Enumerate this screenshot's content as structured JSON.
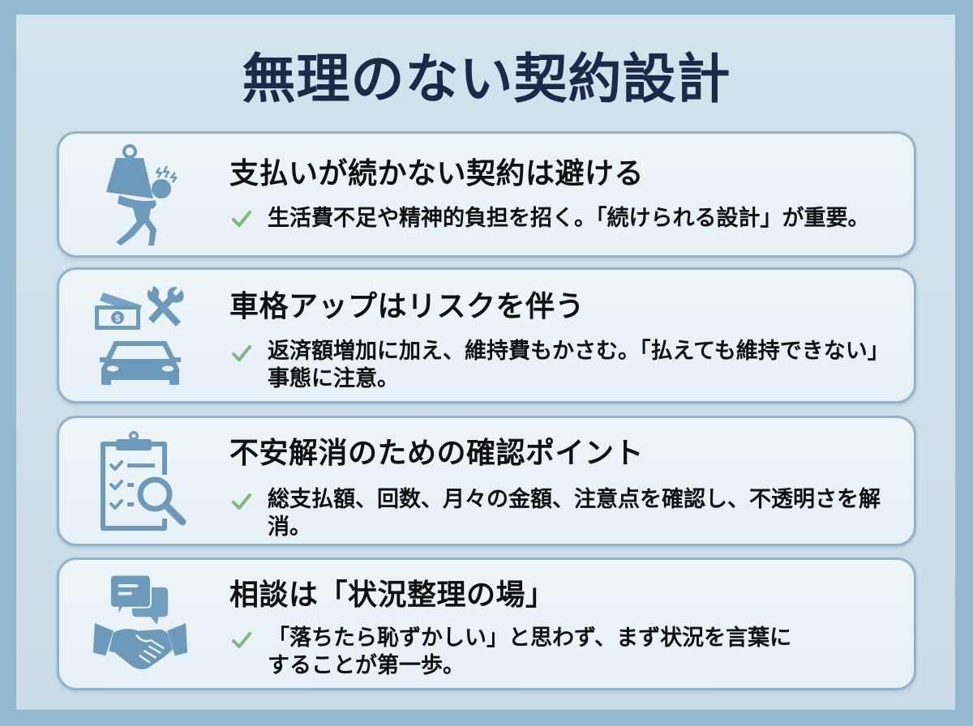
{
  "title": "無理のない契約設計",
  "colors": {
    "outer_bg": "#93b9d0",
    "panel_bg": "#cfe0ea",
    "title": "#1c2a4a",
    "card_border": "#8fb3cc",
    "card_bg": "#eaf3f7",
    "icon": "#6d9abb",
    "check": "#7fb77f",
    "text": "#111111"
  },
  "cards": [
    {
      "icon": "burden-weight-person-icon",
      "heading": "支払いが続かない契約は避ける",
      "check_icon": "checkmark-icon",
      "body": "生活費不足や精神的負担を招く。「続けられる設計」が重要。"
    },
    {
      "icon": "money-tools-car-icon",
      "heading": "車格アップはリスクを伴う",
      "check_icon": "checkmark-icon",
      "body": "返済額増加に加え、維持費もかさむ。「払えても維持できない」事態に注意。"
    },
    {
      "icon": "clipboard-magnifier-icon",
      "heading": "不安解消のための確認ポイント",
      "check_icon": "checkmark-icon",
      "body": "総支払額、回数、月々の金額、注意点を確認し、不透明さを解消。"
    },
    {
      "icon": "chat-handshake-icon",
      "heading": "相談は「状況整理の場」",
      "check_icon": "checkmark-icon",
      "body": "「落ちたら恥ずかしい」と思わず、まず状況を言葉にすることが第一歩。"
    }
  ]
}
